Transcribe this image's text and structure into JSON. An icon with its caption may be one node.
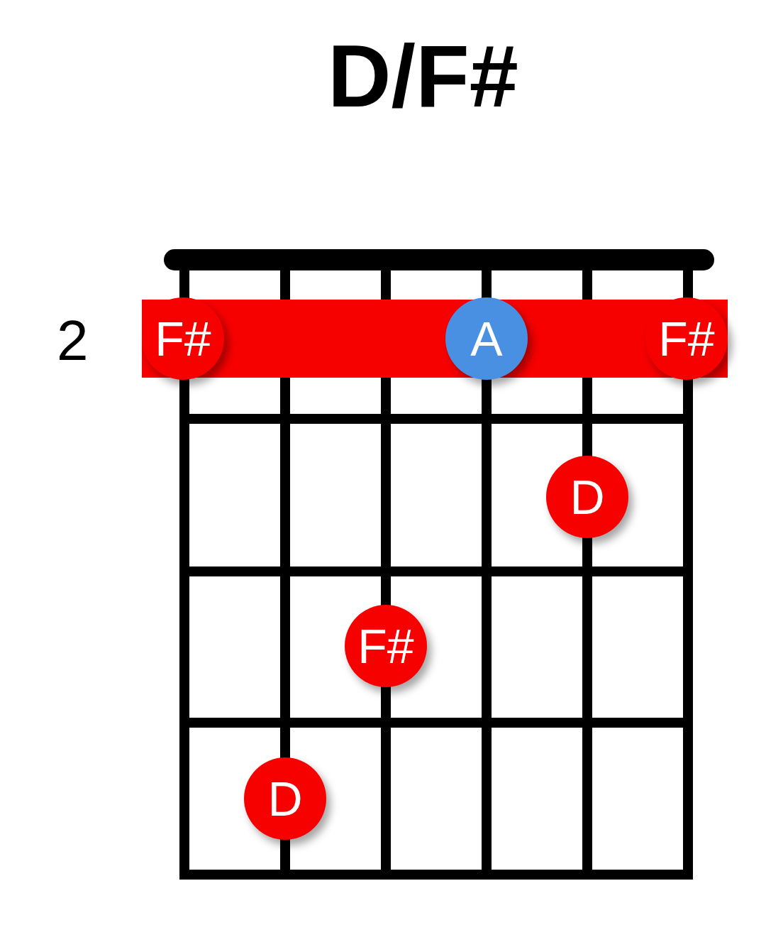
{
  "diagram": {
    "title": "D/F#",
    "nodes": [
      {
        "text": [],
        "shape": "bar"
      },
      {
        "text": [
          "F#"
        ],
        "in": 0
      },
      {
        "text": [
          "A"
        ],
        "in": 0
      },
      {
        "text": [
          "F#"
        ],
        "in": 0
      },
      {
        "text": [
          "D"
        ]
      },
      {
        "text": [
          "F#"
        ]
      },
      {
        "text": [
          "D"
        ]
      }
    ],
    "labels": [
      "2"
    ]
  }
}
